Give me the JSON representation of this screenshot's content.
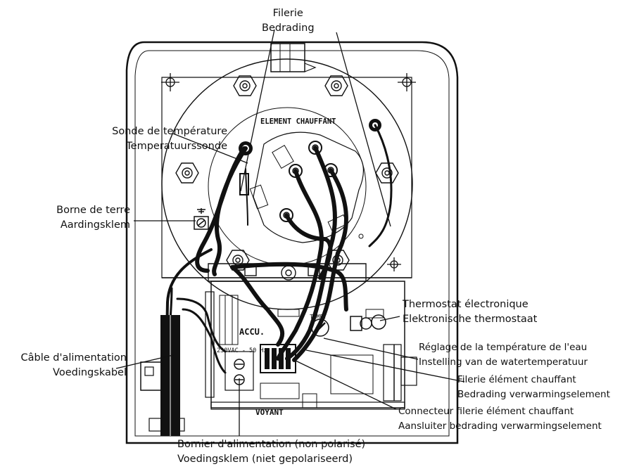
{
  "stencils": {
    "element": "ELEMENT CHAUFFANT",
    "accu": "ACCU.",
    "voltage": "230VAC - 50 Hz",
    "voyant": "VOYANT",
    "temp": "TEMP."
  },
  "labels": {
    "wiring": {
      "fr": "Filerie",
      "nl": "Bedrading"
    },
    "temp_probe": {
      "fr": "Sonde de température",
      "nl": "Temperatuurssonde"
    },
    "earth": {
      "fr": "Borne de terre",
      "nl": "Aardingsklem"
    },
    "power_cable": {
      "fr": "Câble d'alimentation",
      "nl": "Voedingskabel"
    },
    "power_terminal": {
      "fr": "Bornier d'alimentation (non polarisé)",
      "nl": "Voedingsklem (niet gepolariseerd)"
    },
    "thermostat": {
      "fr": "Thermostat électronique",
      "nl": "Elektronische thermostaat"
    },
    "water_temp": {
      "fr": "Réglage de la température de l'eau",
      "nl": "Instelling van de watertemperatuur"
    },
    "element_wiring": {
      "fr": "Filerie élément chauffant",
      "nl": "Bedrading verwarmingselement"
    },
    "connector": {
      "fr": "Connecteur filerie élément chauffant",
      "nl": "Aansluiter bedrading verwarmingselement"
    }
  }
}
